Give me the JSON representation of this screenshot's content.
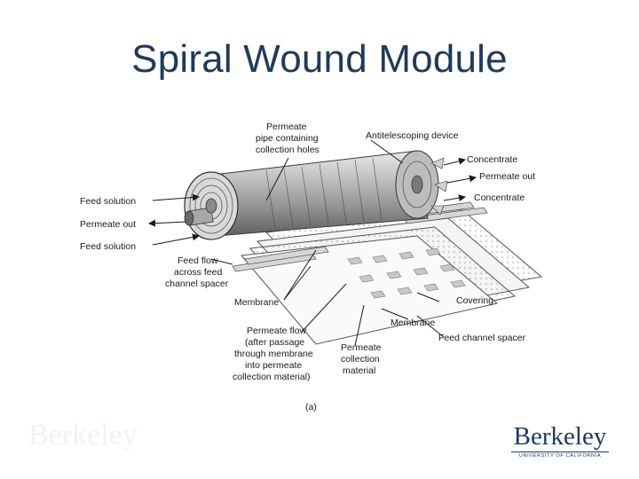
{
  "slide": {
    "title": "Spiral Wound Module"
  },
  "diagram": {
    "labels": {
      "permeate_pipe_1": "Permeate",
      "permeate_pipe_2": "pipe containing",
      "permeate_pipe_3": "collection holes",
      "antitelescoping": "Antitelescoping device",
      "concentrate_top": "Concentrate",
      "permeate_out_right": "Permeate out",
      "concentrate_bottom": "Concentrate",
      "feed_solution_top": "Feed solution",
      "permeate_out_left": "Permeate out",
      "feed_solution_bottom": "Feed solution",
      "feed_flow_1": "Feed flow",
      "feed_flow_2": "across feed",
      "feed_flow_3": "channel spacer",
      "membrane_left": "Membrane",
      "covering": "Covering",
      "membrane_right": "Membrane",
      "feed_channel_spacer": "Feed channel spacer",
      "permeate_flow_1": "Permeate flow",
      "permeate_flow_2": "(after passage",
      "permeate_flow_3": "through membrane",
      "permeate_flow_4": "into permeate",
      "permeate_flow_5": "collection material)",
      "permeate_coll_1": "Permeate",
      "permeate_coll_2": "collection",
      "permeate_coll_3": "material",
      "panel_tag": "(a)"
    }
  },
  "branding": {
    "logo_word": "Berkeley",
    "logo_sub": "UNIVERSITY OF CALIFORNIA",
    "watermark": "Berkeley"
  }
}
